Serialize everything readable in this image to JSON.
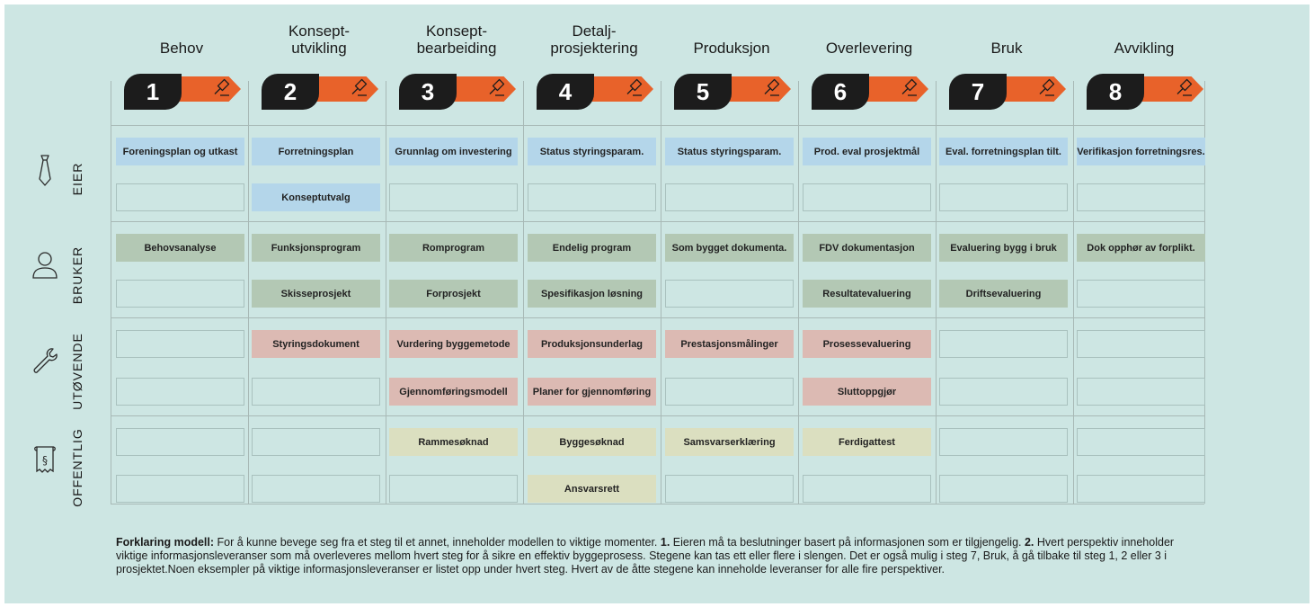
{
  "phases": [
    {
      "number": "1",
      "title_l1": "",
      "title_l2": "Behov"
    },
    {
      "number": "2",
      "title_l1": "Konsept-",
      "title_l2": "utvikling"
    },
    {
      "number": "3",
      "title_l1": "Konsept-",
      "title_l2": "bearbeiding"
    },
    {
      "number": "4",
      "title_l1": "Detalj-",
      "title_l2": "prosjektering"
    },
    {
      "number": "5",
      "title_l1": "",
      "title_l2": "Produksjon"
    },
    {
      "number": "6",
      "title_l1": "",
      "title_l2": "Overlevering"
    },
    {
      "number": "7",
      "title_l1": "",
      "title_l2": "Bruk"
    },
    {
      "number": "8",
      "title_l1": "",
      "title_l2": "Avvikling"
    }
  ],
  "rows": [
    {
      "label": "EIER",
      "icon": "tie-icon",
      "category": "eier",
      "top": [
        "Foreningsplan og utkast",
        "Forretningsplan",
        "Grunnlag om investering",
        "Status styringsparam.",
        "Status styringsparam.",
        "Prod. eval prosjektmål",
        "Eval. forretningsplan tilt.",
        "Verifikasjon forretningsres."
      ],
      "bottom": [
        "",
        "Konseptutvalg",
        "",
        "",
        "",
        "",
        "",
        ""
      ]
    },
    {
      "label": "BRUKER",
      "icon": "person-icon",
      "category": "bruker",
      "top": [
        "Behovsanalyse",
        "Funksjonsprogram",
        "Romprogram",
        "Endelig program",
        "Som bygget dokumenta.",
        "FDV dokumentasjon",
        "Evaluering bygg i bruk",
        "Dok opphør av forplikt."
      ],
      "bottom": [
        "",
        "Skisseprosjekt",
        "Forprosjekt",
        "Spesifikasjon løsning",
        "",
        "Resultatevaluering",
        "Driftsevaluering",
        ""
      ]
    },
    {
      "label": "UTØVENDE",
      "icon": "wrench-icon",
      "category": "utovende",
      "top": [
        "",
        "Styringsdokument",
        "Vurdering byggemetode",
        "Produksjonsunderlag",
        "Prestasjonsmålinger",
        "Prosessevaluering",
        "",
        ""
      ],
      "bottom": [
        "",
        "",
        "Gjennomføringsmodell",
        "Planer for gjennomføring",
        "",
        "Sluttoppgjør",
        "",
        ""
      ]
    },
    {
      "label": "OFFENTLIG",
      "icon": "law-document-icon",
      "category": "offentlig",
      "top": [
        "",
        "",
        "Rammesøknad",
        "Byggesøknad",
        "Samsvarserklæring",
        "Ferdigattest",
        "",
        ""
      ],
      "bottom": [
        "",
        "",
        "",
        "Ansvarsrett",
        "",
        "",
        "",
        ""
      ]
    }
  ],
  "legend": {
    "heading": "Forklaring modell:",
    "part1": " For å kunne bevege seg fra et steg til et annet, inneholder modellen to viktige momenter. ",
    "marker1": "1.",
    "part2": " Eieren må ta beslutninger basert på informasjonen som er tilgjengelig. ",
    "marker2": "2.",
    "part3": " Hvert perspektiv inneholder viktige informasjonsleveranser som må overleveres mellom hvert steg for å sikre en effektiv byggeprosess. Stegene kan tas ett eller flere i slengen. Det er også mulig i steg 7, Bruk, å gå tilbake til steg 1, 2 eller 3 i prosjektet.Noen eksempler på viktige informasjonsleveranser er listet opp under hvert steg. Hvert av de åtte stegene kan inneholde leveranser for alle fire perspektiver."
  },
  "colors": {
    "background": "#cde6e3",
    "arrow": "#e8622a",
    "number_badge": "#1c1c1c",
    "eier": "#b4d6ea",
    "bruker": "#b3c8b4",
    "utovende": "#dcbab3",
    "offentlig": "#dbdfc0"
  }
}
